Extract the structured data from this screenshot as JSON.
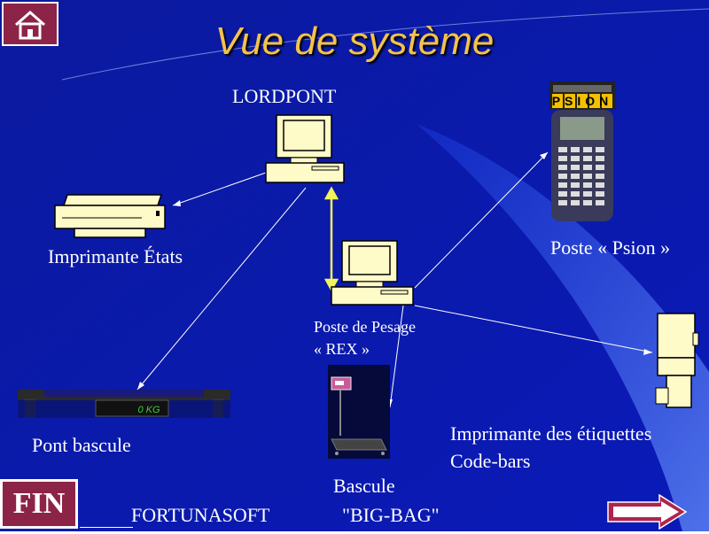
{
  "title": "Vue de système",
  "labels": {
    "lordpont": "LORDPONT",
    "poste_psion": "Poste « Psion »",
    "imprimante_etats": "Imprimante États",
    "poste_pesage_1": "Poste de Pesage",
    "poste_pesage_2": "« REX »",
    "pont_bascule": "Pont bascule",
    "imprimante_etiquettes_1": "Imprimante des étiquettes",
    "imprimante_etiquettes_2": "Code-bars",
    "bascule": "Bascule",
    "big_bag": "\"BIG-BAG\""
  },
  "psion_brand": "PSION",
  "scale_display": "0 KG",
  "footer": {
    "company": "FORTUNASOFT"
  },
  "buttons": {
    "fin": "FIN"
  },
  "icons": {
    "home": "home-icon",
    "next": "arrow-right-icon"
  },
  "colors": {
    "background": "#0a18b8",
    "title": "#f4c24c",
    "device": "#fffbc8",
    "button": "#8c2448",
    "link": "#f2f25a"
  }
}
